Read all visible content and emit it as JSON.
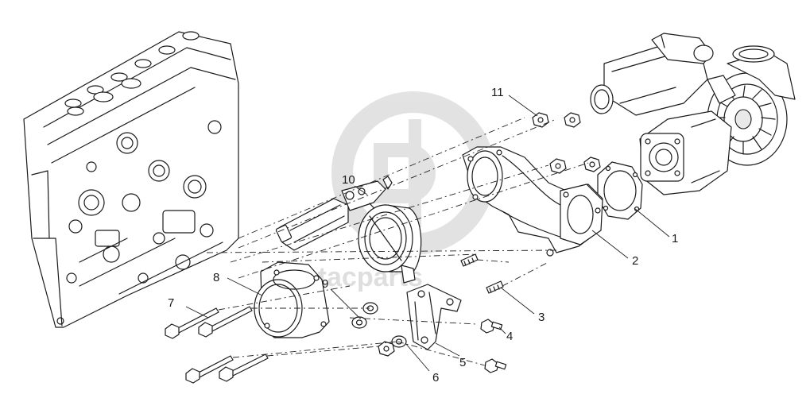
{
  "diagram": {
    "callouts": [
      {
        "id": "callout-1",
        "label": "1"
      },
      {
        "id": "callout-2",
        "label": "2"
      },
      {
        "id": "callout-3",
        "label": "3"
      },
      {
        "id": "callout-4",
        "label": "4"
      },
      {
        "id": "callout-5",
        "label": "5"
      },
      {
        "id": "callout-6",
        "label": "6"
      },
      {
        "id": "callout-7",
        "label": "7"
      },
      {
        "id": "callout-8",
        "label": "8"
      },
      {
        "id": "callout-9",
        "label": "9"
      },
      {
        "id": "callout-10",
        "label": "10"
      },
      {
        "id": "callout-11",
        "label": "11"
      }
    ],
    "watermark_text": "datacparts"
  }
}
